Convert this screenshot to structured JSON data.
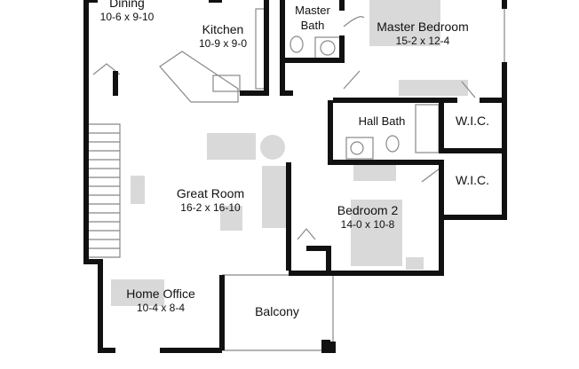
{
  "rooms": [
    {
      "name": "Dining",
      "dims": "10-6 x 9-10"
    },
    {
      "name": "Kitchen",
      "dims": "10-9 x 9-0"
    },
    {
      "name": "Master Bath",
      "dims": ""
    },
    {
      "name": "Master Bedroom",
      "dims": "15-2 x 12-4"
    },
    {
      "name": "Hall Bath",
      "dims": ""
    },
    {
      "name": "W.I.C.",
      "dims": ""
    },
    {
      "name": "W.I.C.",
      "dims": ""
    },
    {
      "name": "Great Room",
      "dims": "16-2 x 16-10"
    },
    {
      "name": "Bedroom 2",
      "dims": "14-0 x 10-8"
    },
    {
      "name": "Home Office",
      "dims": "10-4 x 8-4"
    },
    {
      "name": "Balcony",
      "dims": ""
    }
  ],
  "colors": {
    "wall": "#111111",
    "furniture": "#d9d9d9",
    "fixture_line": "#888888"
  }
}
